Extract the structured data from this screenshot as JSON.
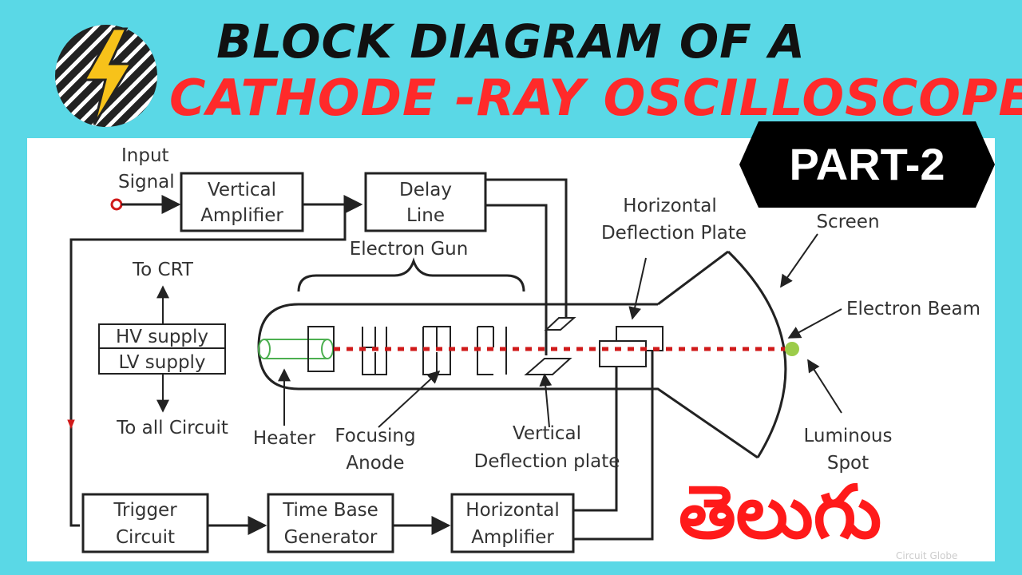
{
  "title": {
    "line1": "BLOCK DIAGRAM OF A",
    "line2": "CATHODE -RAY OSCILLOSCOPE"
  },
  "badge": {
    "text": "PART-2"
  },
  "language_label": "తెలుగు",
  "colors": {
    "background": "#5ad8e6",
    "title_red": "#ff2a2a",
    "beam_red": "#d01a1a",
    "spot_green": "#9ccc4a"
  },
  "diagram": {
    "input_signal": [
      "Input",
      "Signal"
    ],
    "vertical_amplifier": [
      "Vertical",
      "Amplifier"
    ],
    "delay_line": [
      "Delay",
      "Line"
    ],
    "electron_gun": "Electron Gun",
    "horizontal_deflection_plate": [
      "Horizontal",
      "Deflection Plate"
    ],
    "screen": "Screen",
    "electron_beam": "Electron Beam",
    "to_crt": "To CRT",
    "hv_supply": "HV supply",
    "lv_supply": "LV supply",
    "to_all_circuit": "To all Circuit",
    "heater": "Heater",
    "focusing_anode": [
      "Focusing",
      "Anode"
    ],
    "vertical_deflection_plate": [
      "Vertical",
      "Deflection plate"
    ],
    "luminous_spot": [
      "Luminous",
      "Spot"
    ],
    "trigger_circuit": [
      "Trigger",
      "Circuit"
    ],
    "time_base_generator": [
      "Time Base",
      "Generator"
    ],
    "horizontal_amplifier": [
      "Horizontal",
      "Amplifier"
    ],
    "watermark": "Circuit Globe"
  }
}
